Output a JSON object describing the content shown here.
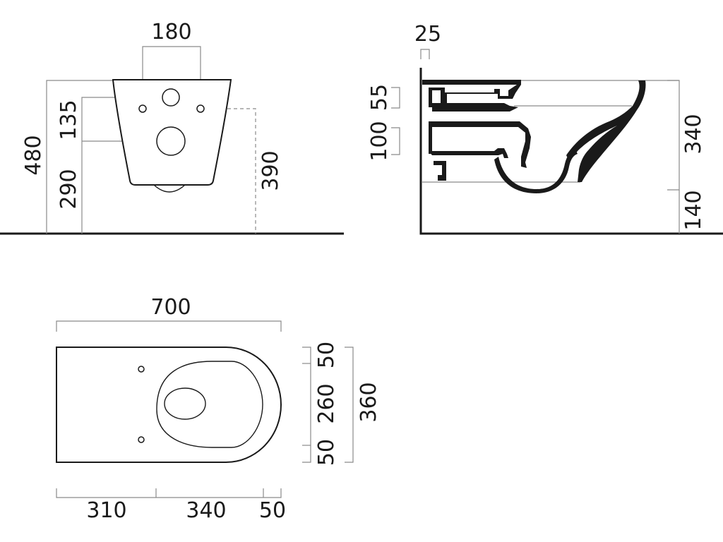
{
  "front_view": {
    "dim_width_holes": "180",
    "dim_total_height": "480",
    "dim_hole_spacing": "135",
    "dim_lower_height": "290",
    "dim_right_height": "390"
  },
  "side_view": {
    "dim_wall_gap": "25",
    "dim_upper_opening": "55",
    "dim_lower_opening": "100",
    "dim_bowl_height": "340",
    "dim_base_height": "140"
  },
  "top_view": {
    "dim_total_length": "700",
    "dim_left_segment": "310",
    "dim_middle_segment": "340",
    "dim_right_segment": "50",
    "dim_top_margin": "50",
    "dim_center_width": "260",
    "dim_bottom_margin": "50",
    "dim_total_width": "360"
  }
}
